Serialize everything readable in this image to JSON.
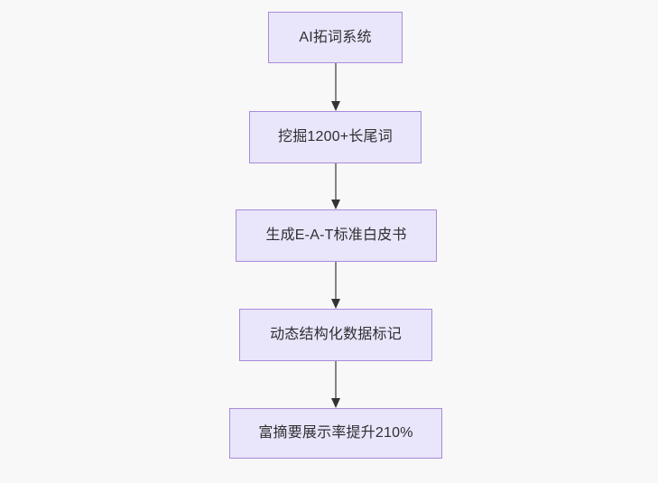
{
  "diagram": {
    "type": "flowchart",
    "orientation": "top-to-bottom",
    "background_color": "#f8f8f8",
    "node_fill_color": "#e9e5fa",
    "node_border_color": "#a98ada",
    "node_text_color": "#2f2f32",
    "edge_color": "#858587",
    "arrowhead_color": "#333336",
    "nodes": [
      {
        "id": "n1",
        "label": "AI拓词系统"
      },
      {
        "id": "n2",
        "label": "挖掘1200+长尾词"
      },
      {
        "id": "n3",
        "label": "生成E-A-T标准白皮书"
      },
      {
        "id": "n4",
        "label": "动态结构化数据标记"
      },
      {
        "id": "n5",
        "label": "富摘要展示率提升210%"
      }
    ],
    "edges": [
      {
        "from": "n1",
        "to": "n2",
        "label": ""
      },
      {
        "from": "n2",
        "to": "n3",
        "label": ""
      },
      {
        "from": "n3",
        "to": "n4",
        "label": ""
      },
      {
        "from": "n4",
        "to": "n5",
        "label": ""
      }
    ]
  }
}
